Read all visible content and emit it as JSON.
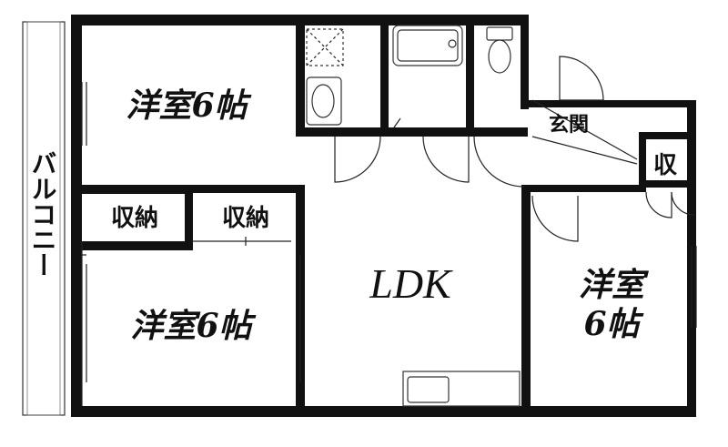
{
  "rooms": {
    "western_room_top_left": "洋室6帖",
    "western_room_bottom_left": "洋室6帖",
    "western_room_right_line1": "洋室",
    "western_room_right_line2": "6帖",
    "storage_left": "収納",
    "storage_center": "収納",
    "storage_entrance": "収",
    "entrance": "玄関",
    "ldk": "LDK",
    "balcony": "バルコニー"
  },
  "colors": {
    "wall": "#111111",
    "background": "#ffffff"
  },
  "icons": [
    "toilet-icon",
    "bathtub-icon",
    "washbasin-icon",
    "kitchen-sink-icon"
  ]
}
